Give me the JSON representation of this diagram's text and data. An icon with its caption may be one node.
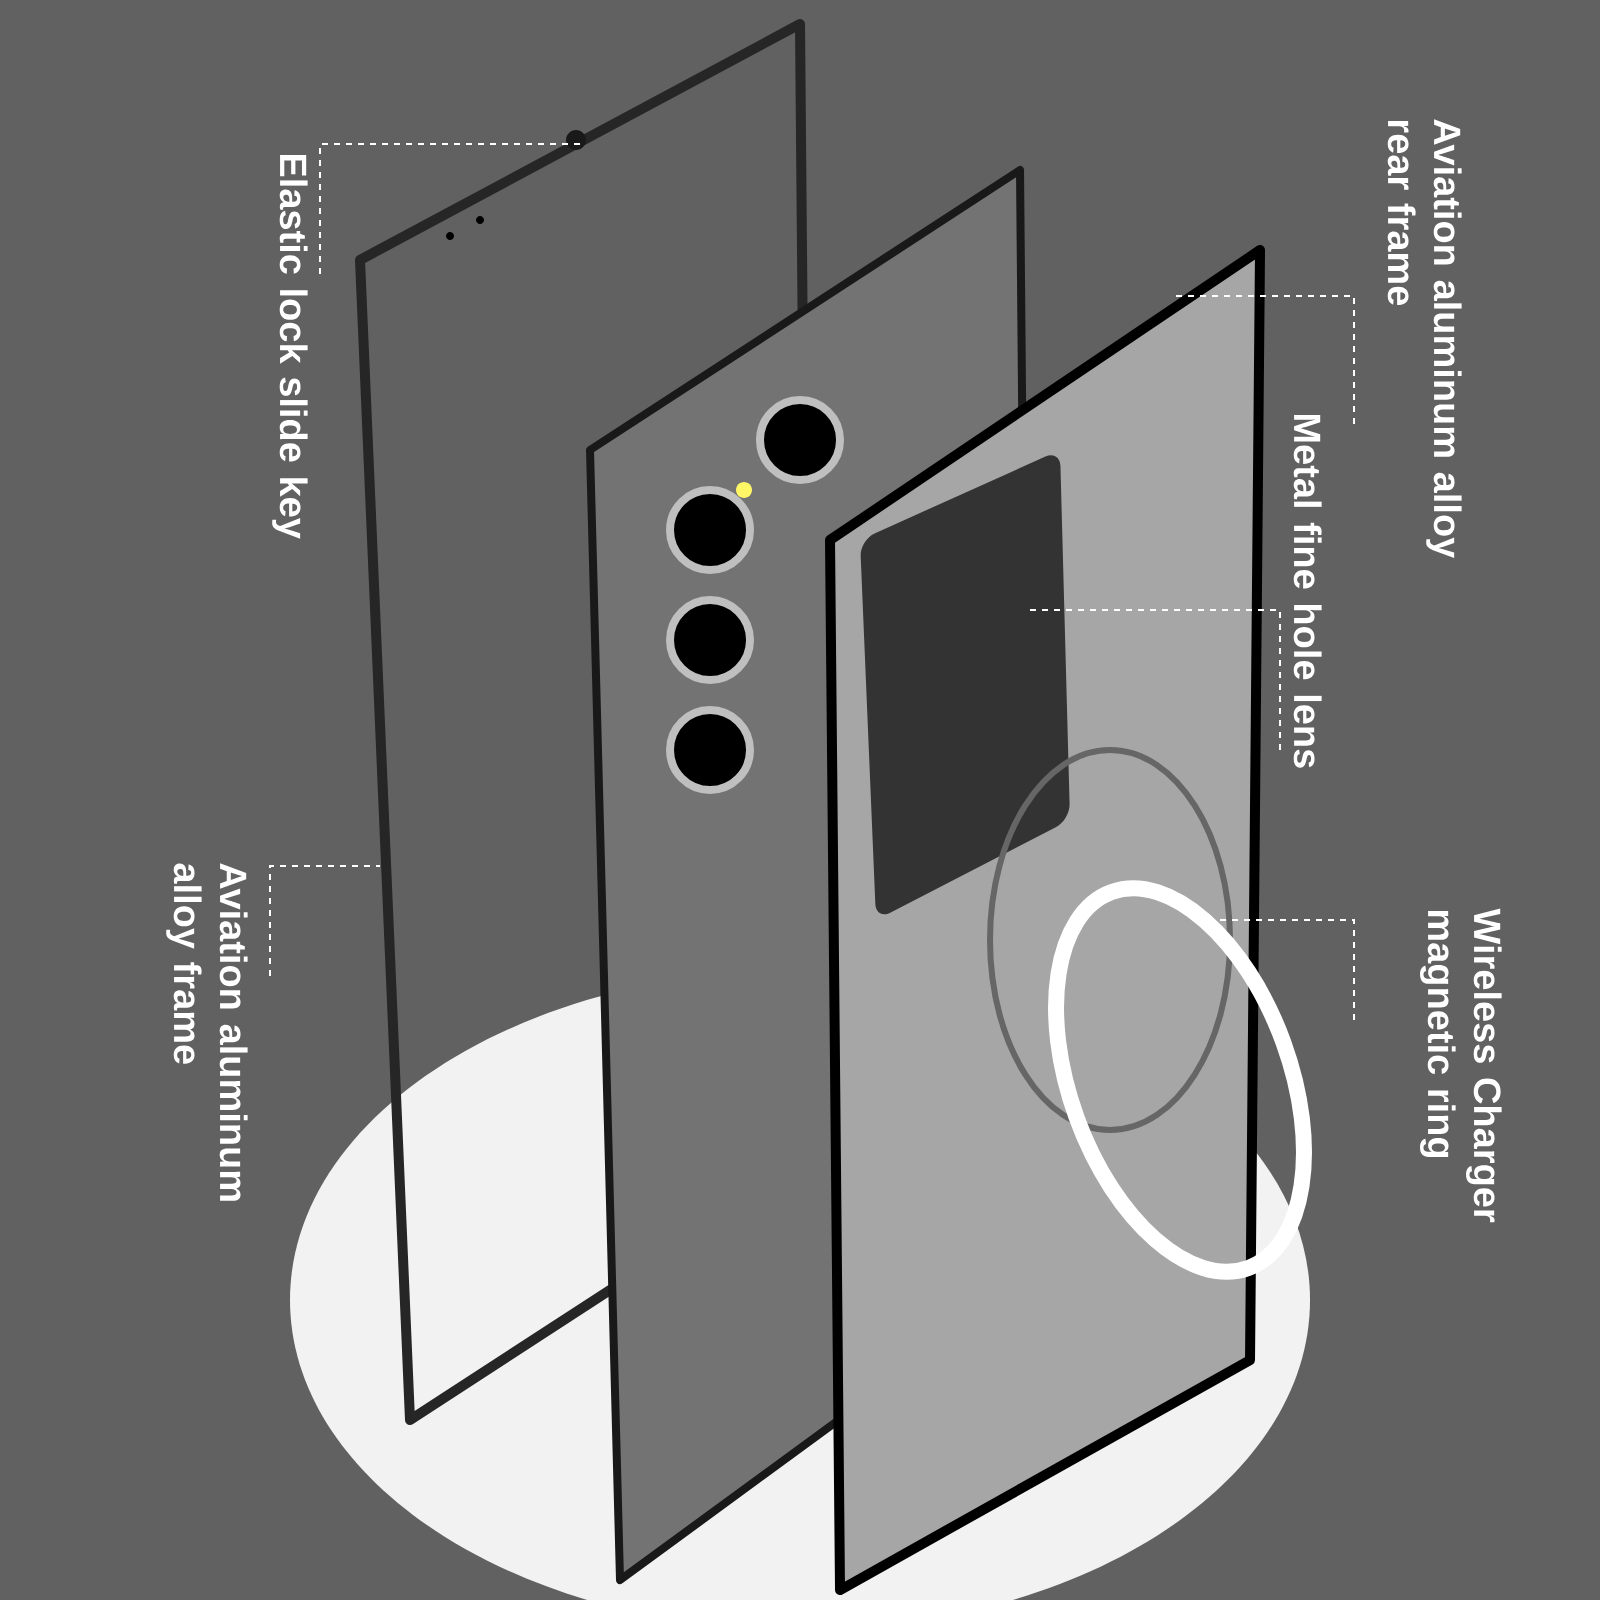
{
  "diagram": {
    "nodes": [
      {
        "text": [
          "Elastic lock slide key"
        ]
      },
      {
        "text": [
          "Aviation aluminum alloy rear frame"
        ]
      },
      {
        "text": [
          "Metal fine hole lens"
        ]
      },
      {
        "text": [
          "Wireless Charger magnetic ring"
        ]
      },
      {
        "text": [
          "Aviation aluminum alloy frame"
        ]
      }
    ],
    "edges": [
      {
        "from": 0,
        "to": null,
        "arrow": "none"
      },
      {
        "from": 1,
        "to": null,
        "arrow": "none"
      },
      {
        "from": 2,
        "to": null,
        "arrow": "none"
      },
      {
        "from": 3,
        "to": null,
        "arrow": "none"
      },
      {
        "from": 4,
        "to": null,
        "arrow": "none"
      }
    ]
  }
}
